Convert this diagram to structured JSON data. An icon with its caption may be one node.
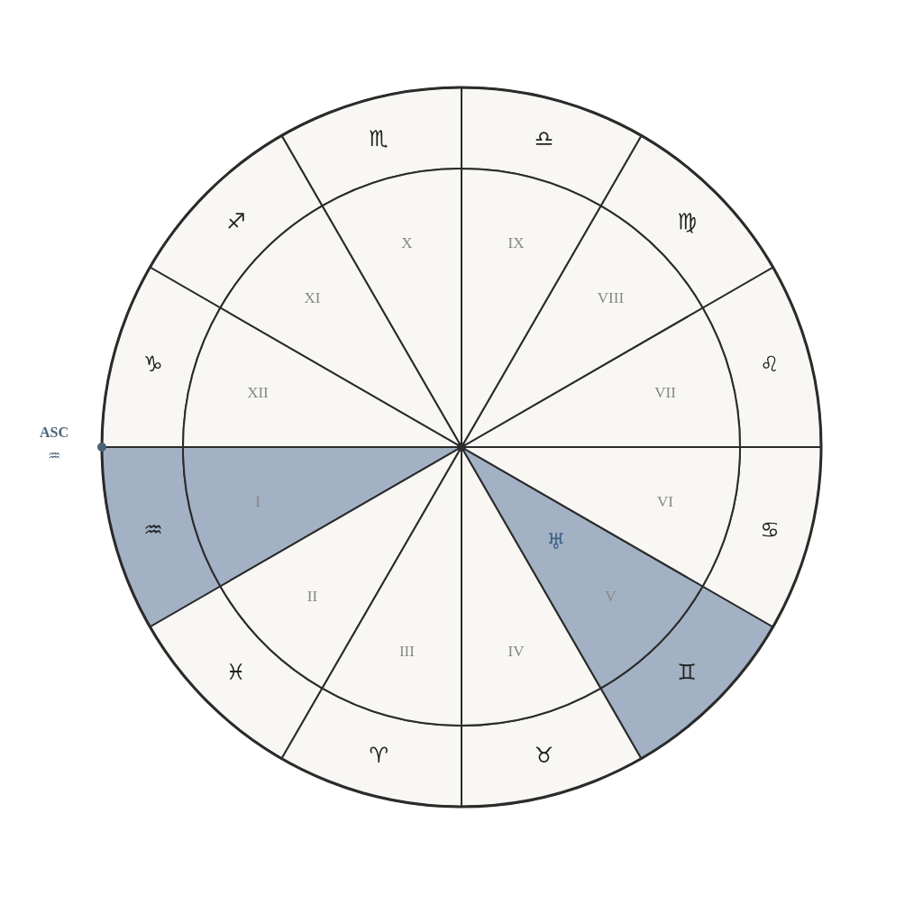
{
  "diagram": {
    "nodes": [
      {
        "text": [
          "♒"
        ]
      },
      {
        "text": [
          "♓"
        ]
      },
      {
        "text": [
          "♈"
        ]
      },
      {
        "text": [
          "♉"
        ]
      },
      {
        "text": [
          "♊"
        ]
      },
      {
        "text": [
          "♋"
        ]
      },
      {
        "text": [
          "♌"
        ]
      },
      {
        "text": [
          "♍"
        ]
      },
      {
        "text": [
          "♎"
        ]
      },
      {
        "text": [
          "♏"
        ]
      },
      {
        "text": [
          "♐"
        ]
      },
      {
        "text": [
          "♑"
        ]
      },
      {
        "text": [
          "I"
        ]
      },
      {
        "text": [
          "II"
        ]
      },
      {
        "text": [
          "III"
        ]
      },
      {
        "text": [
          "IV"
        ]
      },
      {
        "text": [
          "♅",
          "V"
        ]
      },
      {
        "text": [
          "VI"
        ]
      },
      {
        "text": [
          "VII"
        ]
      },
      {
        "text": [
          "VIII"
        ]
      },
      {
        "text": [
          "IX"
        ]
      },
      {
        "text": [
          "X"
        ]
      },
      {
        "text": [
          "XI"
        ]
      },
      {
        "text": [
          "XII"
        ]
      }
    ],
    "labels": [
      "ASC",
      "♒"
    ]
  }
}
